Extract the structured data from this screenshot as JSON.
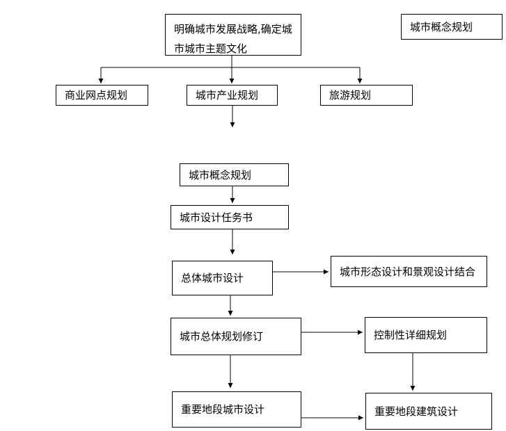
{
  "diagram": {
    "nodes": {
      "strategy": {
        "line1": "明确城市发展战略,确定城",
        "line2": "市城市主题文化"
      },
      "concept_top_right": {
        "label": "城市概念规划"
      },
      "commercial_plan": {
        "label": "商业网点规划"
      },
      "industry_plan": {
        "label": "城市产业规划"
      },
      "tourism_plan": {
        "label": "旅游规划"
      },
      "concept_mid": {
        "label": "城市概念规划"
      },
      "task_book": {
        "label": "城市设计任务书"
      },
      "overall_design": {
        "label": "总体城市设计"
      },
      "form_landscape": {
        "label": "城市形态设计和景观设计结合"
      },
      "master_plan_revision": {
        "label": "城市总体规划修订"
      },
      "regulatory_plan": {
        "label": "控制性详细规划"
      },
      "key_area_urban_design": {
        "label": "重要地段城市设计"
      },
      "key_area_building_design": {
        "label": "重要地段建筑设计"
      }
    },
    "colors": {
      "box_border": "#000000",
      "box_background": "#ffffff",
      "text": "#000000",
      "connector": "#000000",
      "page_background": "#ffffff"
    }
  }
}
